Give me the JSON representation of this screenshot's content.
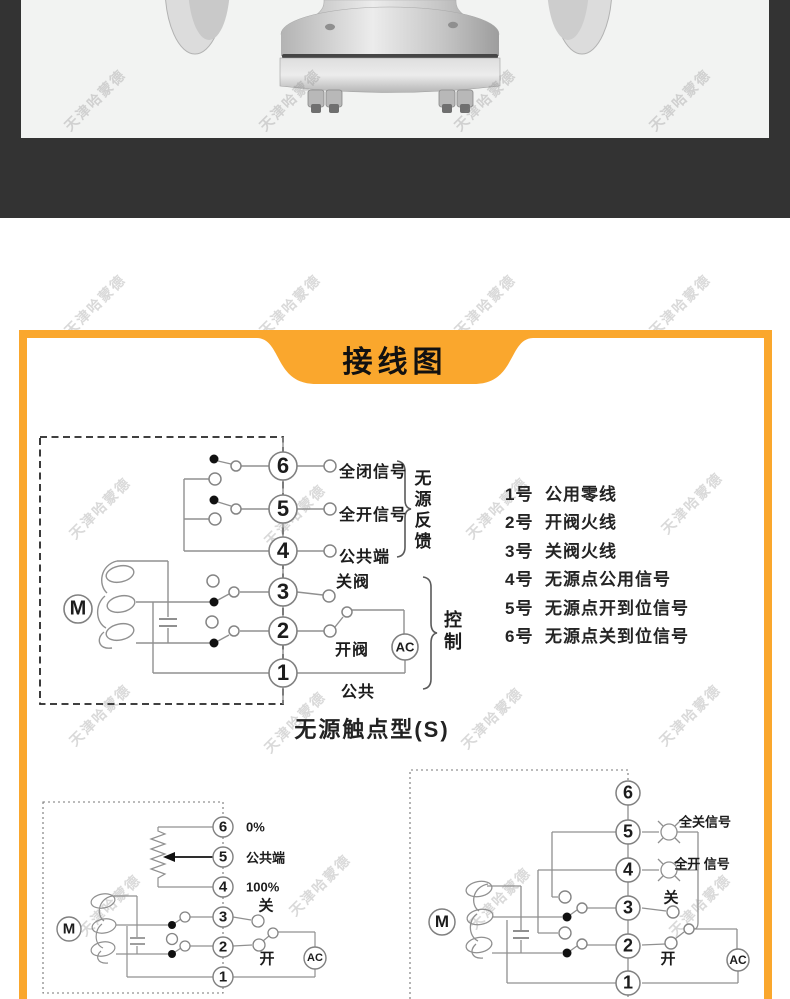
{
  "watermark": {
    "text": "天津哈蒙德"
  },
  "banner": {
    "title": "接线图"
  },
  "main_diagram": {
    "terminals": [
      "6",
      "5",
      "4",
      "3",
      "2",
      "1"
    ],
    "motor": "M",
    "ac": "AC",
    "labels": {
      "full_close_signal": "全闭信号",
      "full_open_signal": "全开信号",
      "common_terminal": "公共端",
      "close_valve": "关阀",
      "open_valve": "开阀",
      "common": "公共"
    },
    "groups": {
      "feedback": "无源反馈",
      "control": "控制"
    },
    "caption": "无源触点型(S)"
  },
  "wire_list": {
    "items": [
      {
        "no": "1号",
        "desc": "公用零线"
      },
      {
        "no": "2号",
        "desc": "开阀火线"
      },
      {
        "no": "3号",
        "desc": "关阀火线"
      },
      {
        "no": "4号",
        "desc": "无源点公用信号"
      },
      {
        "no": "5号",
        "desc": "无源点开到位信号"
      },
      {
        "no": "6号",
        "desc": "无源点关到位信号"
      }
    ]
  },
  "diagram_bottom_left": {
    "terminals": [
      "6",
      "5",
      "4",
      "3",
      "2",
      "1"
    ],
    "motor": "M",
    "ac": "AC",
    "labels": {
      "p0": "0%",
      "common": "公共端",
      "p100": "100%",
      "close": "关",
      "open": "开"
    }
  },
  "diagram_bottom_right": {
    "terminals": [
      "6",
      "5",
      "4",
      "3",
      "2",
      "1"
    ],
    "motor": "M",
    "ac": "AC",
    "labels": {
      "full_close_signal": "全关信号",
      "full_open_signal": "全开 信号",
      "close": "关",
      "open": "开"
    }
  },
  "colors": {
    "accent_orange": "#FAA72D",
    "band_dark": "#333333",
    "photo_bg": "#F2F3F2"
  }
}
